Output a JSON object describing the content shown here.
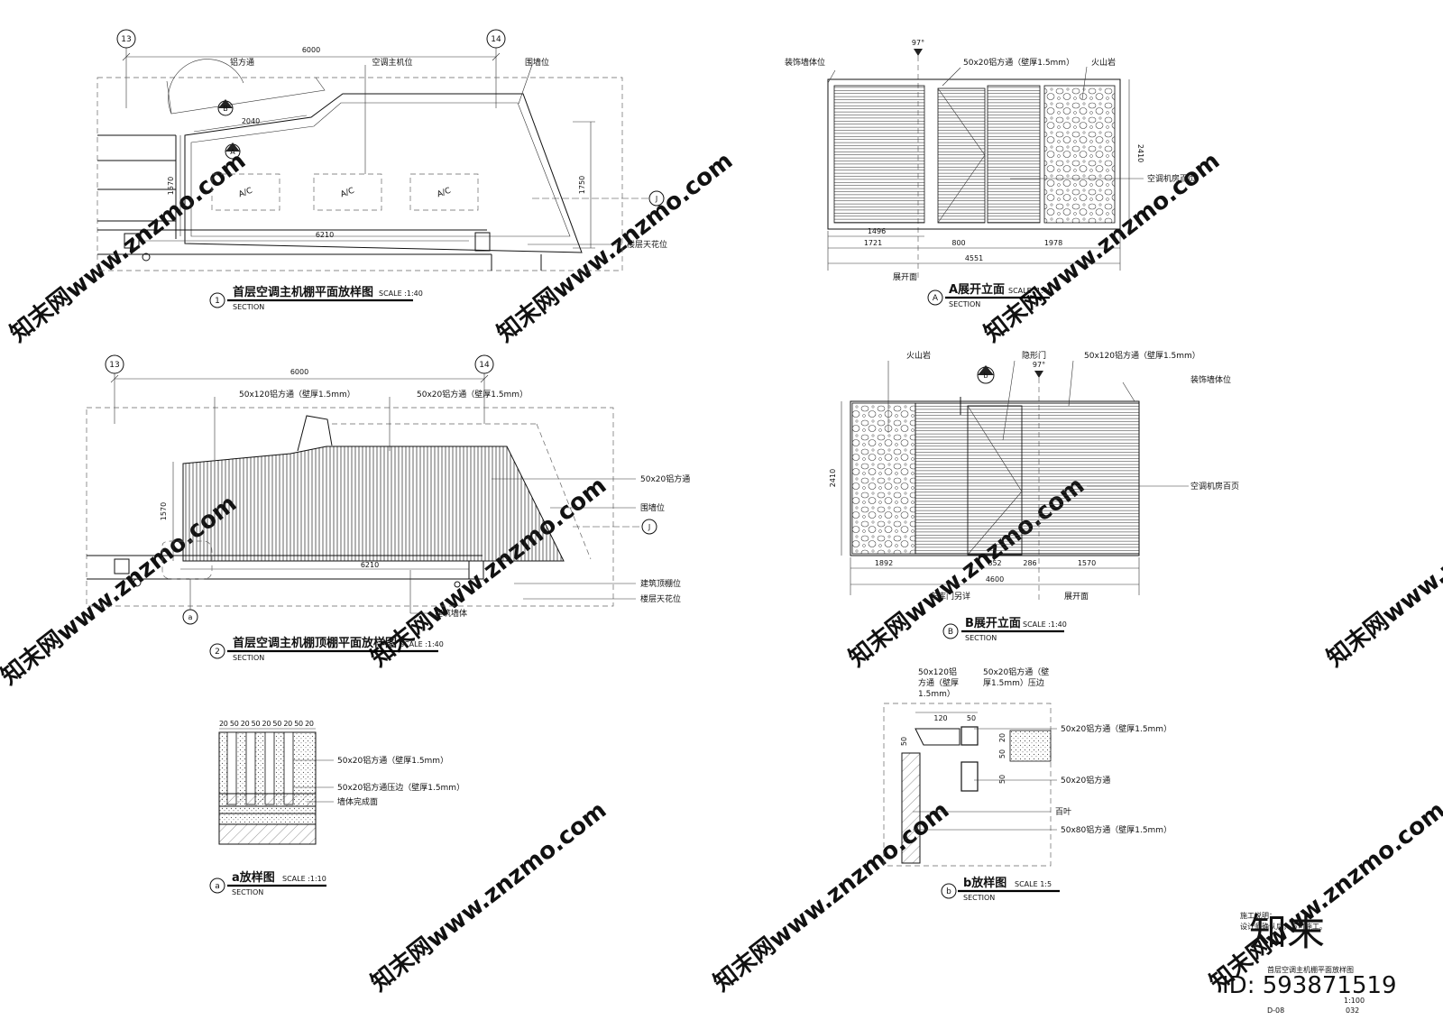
{
  "grid_labels": {
    "g13": "13",
    "g14": "14",
    "gJ": "J"
  },
  "plan1": {
    "title": "首层空调主机棚平面放样图",
    "num": "1",
    "scale": "SCALE :1:40",
    "section": "SECTION",
    "dim_top": "6000",
    "dim_bottom": "6210",
    "dim_inner": "2040",
    "dim_left": "1570",
    "dim_right": "1750",
    "lbl_tube": "铝方通",
    "lbl_ac": "空调主机位",
    "lbl_wall": "围墙位",
    "lbl_ceiling": "楼层天花位",
    "ac_unit": "A/C",
    "mark_a": "A",
    "mark_b": "B"
  },
  "plan2": {
    "title": "首层空调主机棚顶棚平面放样图",
    "num": "2",
    "scale": "SCALE :1:40",
    "section": "SECTION",
    "dim_top": "6000",
    "dim_bottom": "6210",
    "dim_left": "1570",
    "lbl_tube120": "50x120铝方通（壁厚1.5mm）",
    "lbl_tube20": "50x20铝方通（壁厚1.5mm）",
    "lbl_tube20b": "50x20铝方通",
    "lbl_wall": "围墙位",
    "lbl_roof": "建筑顶棚位",
    "lbl_ceiling": "楼层天花位",
    "lbl_bldg": "建筑墙体",
    "mark_a": "a"
  },
  "elevA": {
    "title": "A展开立面",
    "num": "A",
    "scale": "SCALE :1:40",
    "section": "SECTION",
    "angle": "97°",
    "lbl_deco": "装饰墙体位",
    "lbl_tube": "50x20铝方通（壁厚1.5mm）",
    "lbl_rock": "火山岩",
    "lbl_louver": "空调机房百页",
    "lbl_unfold": "展开面",
    "dim_h": "2410",
    "dims": [
      "1496",
      "1721",
      "800",
      "1978",
      "4551"
    ]
  },
  "elevB": {
    "title": "B展开立面",
    "num": "B",
    "scale": "SCALE :1:40",
    "section": "SECTION",
    "angle": "97°",
    "lbl_rock": "火山岩",
    "lbl_door": "隐形门",
    "lbl_tube": "50x120铝方通（壁厚1.5mm）",
    "lbl_deco": "装饰墙体位",
    "lbl_louver": "空调机房百页",
    "lbl_garage": "车库门另详",
    "lbl_unfold": "展开面",
    "mark_b": "b",
    "dim_h": "2410",
    "dims": [
      "1892",
      "852",
      "286",
      "1570",
      "4600"
    ]
  },
  "detailA": {
    "title": "a放样图",
    "num": "a",
    "scale": "SCALE :1:10",
    "section": "SECTION",
    "dims": "20 50 20 50 20 50 20 50 20",
    "lbl1": "50x20铝方通（壁厚1.5mm）",
    "lbl2": "50x20铝方通压边（壁厚1.5mm）",
    "lbl3": "墙体完成面"
  },
  "detailB": {
    "title": "b放样图",
    "num": "b",
    "scale": "SCALE  1:5",
    "section": "SECTION",
    "lbl_top1": [
      "50x120铝",
      "方通（壁厚",
      "1.5mm）"
    ],
    "lbl_top2": [
      "50x20铝方通（壁",
      "厚1.5mm）压边"
    ],
    "lbl_r1": "50x20铝方通（壁厚1.5mm）",
    "lbl_r2": "50x20铝方通",
    "lbl_r3": "百叶",
    "lbl_r4": "50x80铝方通（壁厚1.5mm）",
    "dim_120": "120",
    "dim_50a": "50",
    "dim_50b": "50",
    "dim_20": "20",
    "dim_50c": "50",
    "dim_50d": "50"
  },
  "titleblock": {
    "note1": "施工说明：",
    "note2": "设计师确认后，方可施工。",
    "drawing": "首层空调主机棚平面放样图",
    "scale": "1:100",
    "code": "D-08",
    "page": "032"
  },
  "watermark": {
    "text": "知末网www.znzmo.com",
    "logo": "知末",
    "id": "ID: 593871519"
  },
  "colors": {
    "ink": "#111111",
    "watermark": "#e6e6e6",
    "id_text": "#b8b8b8"
  }
}
